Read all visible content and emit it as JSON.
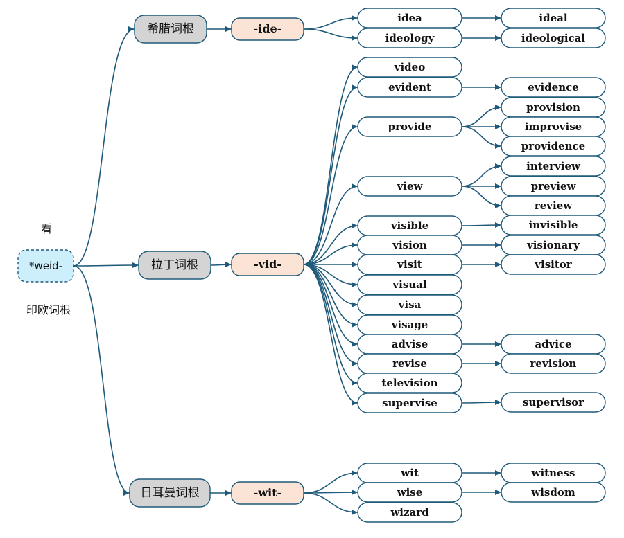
{
  "root": {
    "label": "*weid-",
    "meaning": "看",
    "category": "印欧词根"
  },
  "branches": [
    {
      "label": "希腊词根",
      "stem": "-ide-",
      "words": [
        {
          "word": "idea",
          "derived": [
            "ideal"
          ]
        },
        {
          "word": "ideology",
          "derived": [
            "ideological"
          ]
        }
      ]
    },
    {
      "label": "拉丁词根",
      "stem": "-vid-",
      "words": [
        {
          "word": "video",
          "derived": []
        },
        {
          "word": "evident",
          "derived": [
            "evidence"
          ]
        },
        {
          "word": "provide",
          "derived": [
            "provision",
            "improvise",
            "providence"
          ]
        },
        {
          "word": "view",
          "derived": [
            "interview",
            "preview",
            "review"
          ]
        },
        {
          "word": "visible",
          "derived": [
            "invisible"
          ]
        },
        {
          "word": "vision",
          "derived": [
            "visionary"
          ]
        },
        {
          "word": "visit",
          "derived": [
            "visitor"
          ]
        },
        {
          "word": "visual",
          "derived": []
        },
        {
          "word": "visa",
          "derived": []
        },
        {
          "word": "visage",
          "derived": []
        },
        {
          "word": "advise",
          "derived": [
            "advice"
          ]
        },
        {
          "word": "revise",
          "derived": [
            "revision"
          ]
        },
        {
          "word": "television",
          "derived": []
        },
        {
          "word": "supervise",
          "derived": [
            "supervisor"
          ]
        }
      ]
    },
    {
      "label": "日耳曼词根",
      "stem": "-wit-",
      "words": [
        {
          "word": "wit",
          "derived": [
            "witness"
          ]
        },
        {
          "word": "wise",
          "derived": [
            "wisdom"
          ]
        },
        {
          "word": "wizard",
          "derived": []
        }
      ]
    }
  ],
  "colors": {
    "edge": "#1f5a7a",
    "root_fill": "#cdeefb",
    "branch_fill": "#d4d4d4",
    "stem_fill": "#fbe3d5",
    "word_fill": "#ffffff"
  }
}
